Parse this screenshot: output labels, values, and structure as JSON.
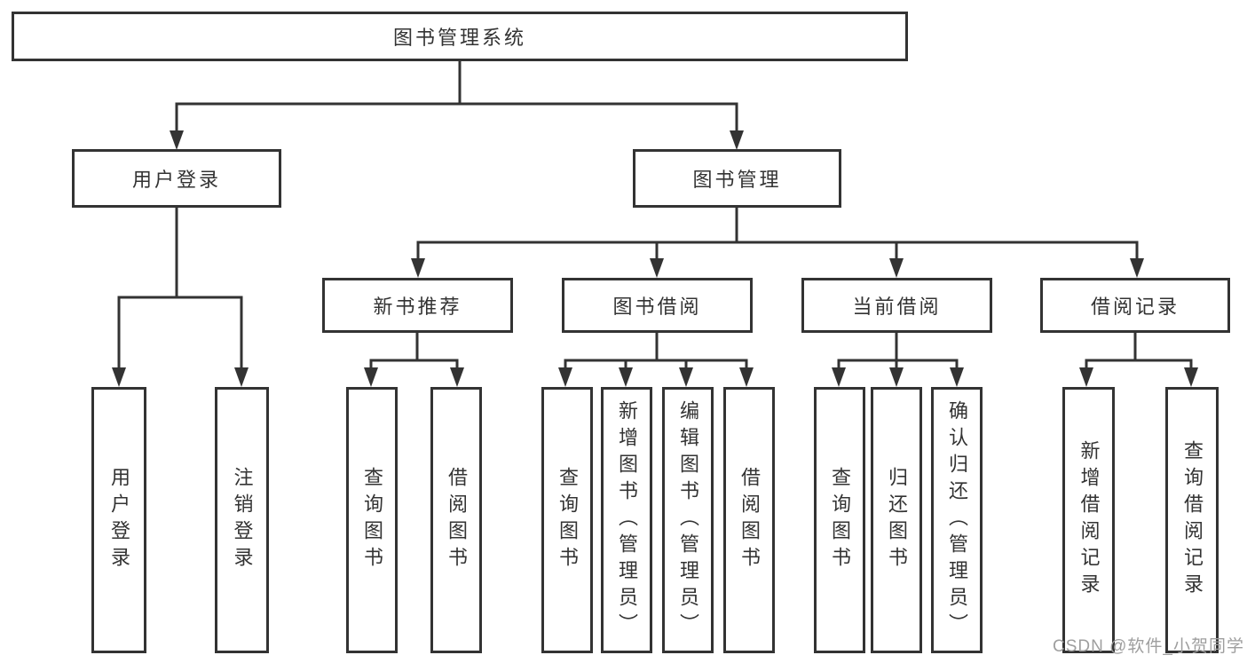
{
  "diagram": {
    "title": "图书管理系统",
    "branches": [
      {
        "label": "用户登录",
        "children": [
          {
            "label": "用户登录"
          },
          {
            "label": "注销登录"
          }
        ]
      },
      {
        "label": "图书管理",
        "children": [
          {
            "label": "新书推荐",
            "children": [
              {
                "label": "查询图书"
              },
              {
                "label": "借阅图书"
              }
            ]
          },
          {
            "label": "图书借阅",
            "children": [
              {
                "label": "查询图书"
              },
              {
                "label": "新增图书（管理员）"
              },
              {
                "label": "编辑图书（管理员）"
              },
              {
                "label": "借阅图书"
              }
            ]
          },
          {
            "label": "当前借阅",
            "children": [
              {
                "label": "查询图书"
              },
              {
                "label": "归还图书"
              },
              {
                "label": "确认归还（管理员）"
              }
            ]
          },
          {
            "label": "借阅记录",
            "children": [
              {
                "label": "新增借阅记录"
              },
              {
                "label": "查询借阅记录"
              }
            ]
          }
        ]
      }
    ]
  },
  "colors": {
    "line": "#333333",
    "box_border": "#333333",
    "text": "#333333",
    "watermark": "#9e9e9e"
  },
  "watermark": {
    "text": "CSDN @软件_小贺同学"
  }
}
